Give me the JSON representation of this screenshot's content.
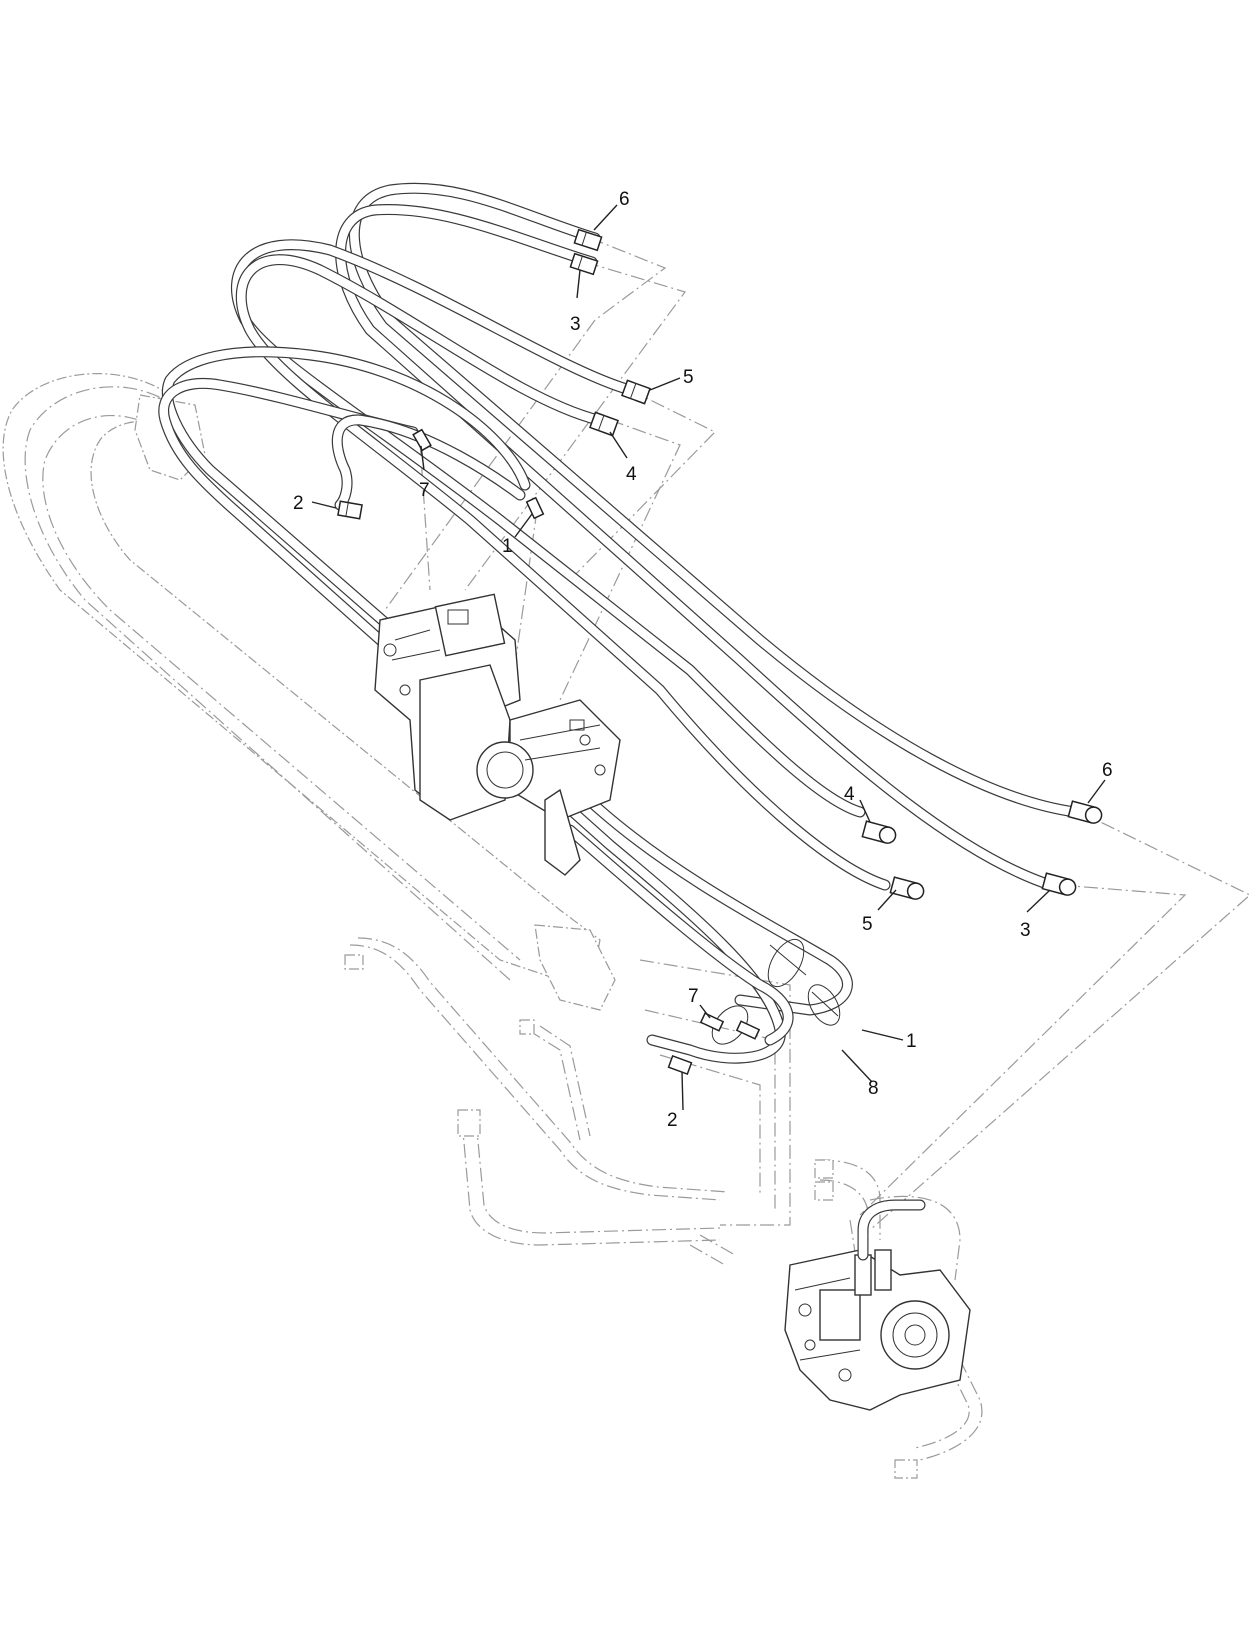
{
  "callouts": [
    {
      "id": "c6a",
      "label": "6"
    },
    {
      "id": "c3a",
      "label": "3"
    },
    {
      "id": "c5a",
      "label": "5"
    },
    {
      "id": "c4a",
      "label": "4"
    },
    {
      "id": "c7a",
      "label": "7"
    },
    {
      "id": "c2a",
      "label": "2"
    },
    {
      "id": "c1a",
      "label": "1"
    },
    {
      "id": "c4b",
      "label": "4"
    },
    {
      "id": "c6b",
      "label": "6"
    },
    {
      "id": "c5b",
      "label": "5"
    },
    {
      "id": "c3b",
      "label": "3"
    },
    {
      "id": "c7b",
      "label": "7"
    },
    {
      "id": "c1b",
      "label": "1"
    },
    {
      "id": "c8",
      "label": "8"
    },
    {
      "id": "c2b",
      "label": "2"
    }
  ],
  "colors": {
    "line": "#3a3a3a",
    "phantom": "#9a9a9a",
    "background": "#ffffff"
  }
}
